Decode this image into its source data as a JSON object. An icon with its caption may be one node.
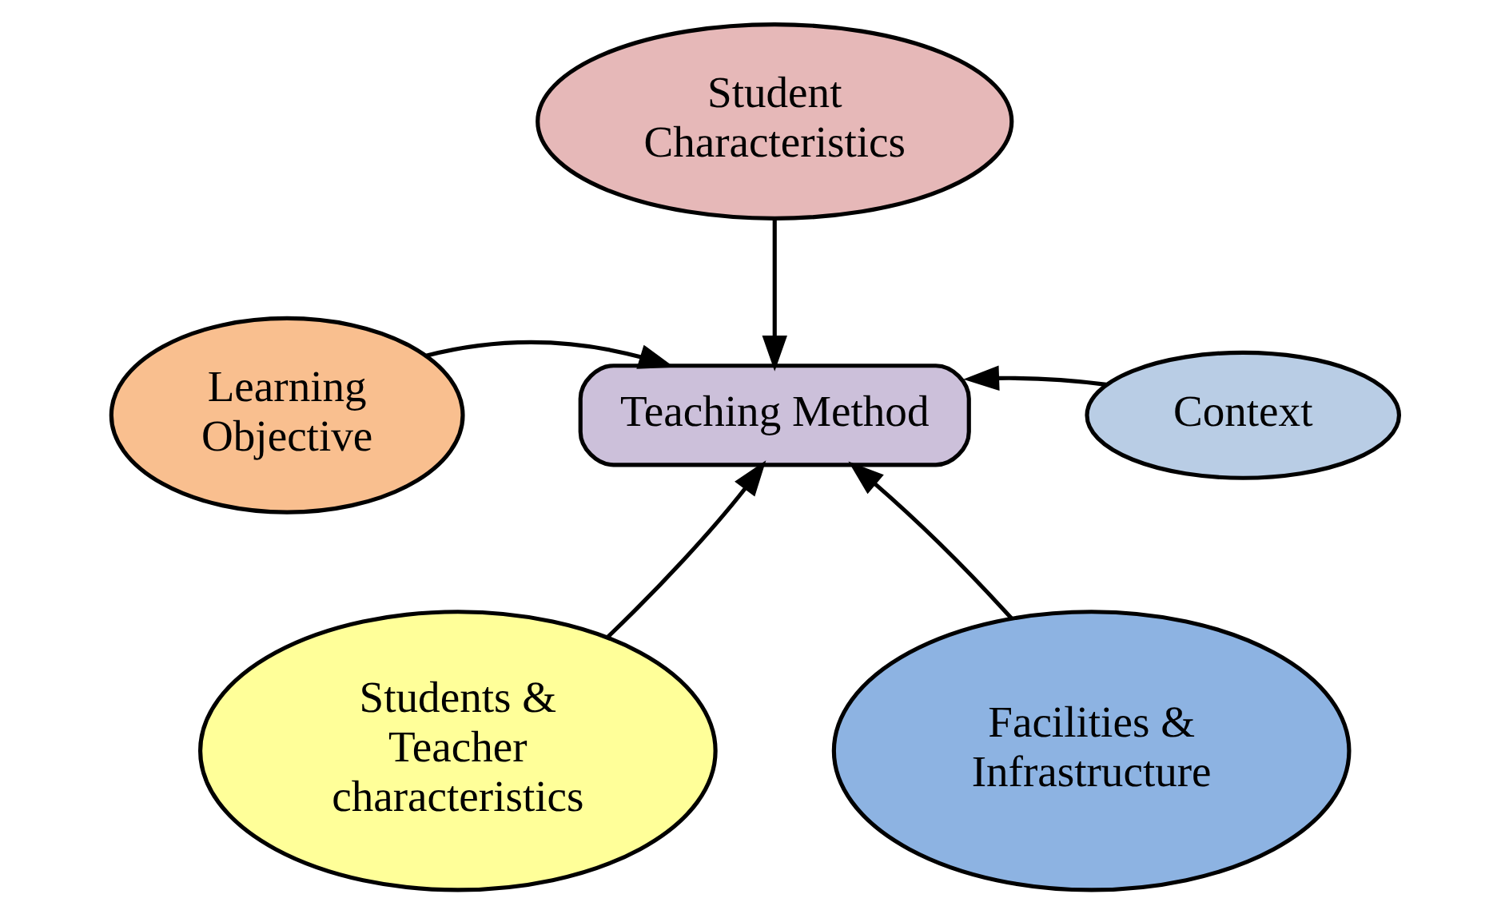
{
  "diagram": {
    "nodes": [
      {
        "text": [
          "Student Characteristics"
        ]
      },
      {
        "text": [
          "Learning Objective"
        ]
      },
      {
        "text": [
          "Teaching Method"
        ]
      },
      {
        "text": [
          "Context"
        ]
      },
      {
        "text": [
          "Students & Teacher characteristics"
        ]
      },
      {
        "text": [
          "Facilities & Infrastructure"
        ]
      }
    ],
    "edges": [
      {
        "from": 0,
        "to": 2,
        "arrow": "to"
      },
      {
        "from": 1,
        "to": 2,
        "arrow": "to"
      },
      {
        "from": 3,
        "to": 2,
        "arrow": "to"
      },
      {
        "from": 4,
        "to": 2,
        "arrow": "to"
      },
      {
        "from": 5,
        "to": 2,
        "arrow": "to"
      }
    ]
  }
}
